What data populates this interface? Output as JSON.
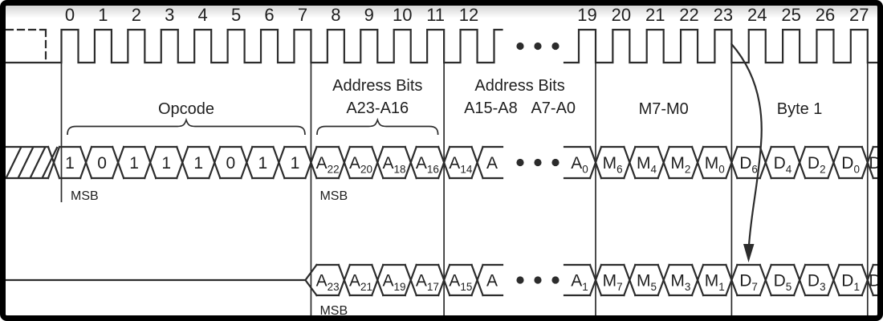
{
  "colors": {
    "line": "#2c2c2c",
    "background": "#ffffff",
    "frame": "#000000"
  },
  "clock": {
    "group1_numbers": [
      "0",
      "1",
      "2",
      "3",
      "4",
      "5",
      "6",
      "7",
      "8",
      "9",
      "10",
      "11",
      "12"
    ],
    "group2_numbers": [
      "19",
      "20",
      "21",
      "22",
      "23",
      "24",
      "25",
      "26",
      "27"
    ],
    "ghost_pulse_dashed": true,
    "ellipsis": "• • •"
  },
  "sections": [
    {
      "lines": [
        "Opcode"
      ],
      "brace": true
    },
    {
      "lines": [
        "Address Bits",
        "A23-A16"
      ],
      "brace": true
    },
    {
      "lines": [
        "Address Bits",
        "A15-A8   A7-A0"
      ],
      "brace": false
    },
    {
      "lines": [
        "M7-M0"
      ],
      "brace": false
    },
    {
      "lines": [
        "Byte 1"
      ],
      "brace": false
    }
  ],
  "msb_text": "MSB",
  "rows": {
    "io0": {
      "start": "hatch",
      "opcode_bits": [
        "1",
        "0",
        "1",
        "1",
        "1",
        "0",
        "1",
        "1"
      ],
      "address_high_bits": [
        {
          "b": "A",
          "s": "22"
        },
        {
          "b": "A",
          "s": "20"
        },
        {
          "b": "A",
          "s": "18"
        },
        {
          "b": "A",
          "s": "16"
        }
      ],
      "address_mid_bit": {
        "b": "A",
        "s": "14"
      },
      "address_open_bit": {
        "b": "A",
        "s": ""
      },
      "address_last_bit": {
        "b": "A",
        "s": "0"
      },
      "mode_bits": [
        {
          "b": "M",
          "s": "6"
        },
        {
          "b": "M",
          "s": "4"
        },
        {
          "b": "M",
          "s": "2"
        },
        {
          "b": "M",
          "s": "0"
        }
      ],
      "data_bits": [
        {
          "b": "D",
          "s": "6"
        },
        {
          "b": "D",
          "s": "4"
        },
        {
          "b": "D",
          "s": "2"
        },
        {
          "b": "D",
          "s": "0"
        }
      ],
      "partial_bit": {
        "b": "D",
        "s": ""
      },
      "msb_labels": [
        "opcode",
        "address"
      ]
    },
    "io1": {
      "start": "line",
      "opcode_bits": [],
      "address_high_bits": [
        {
          "b": "A",
          "s": "23"
        },
        {
          "b": "A",
          "s": "21"
        },
        {
          "b": "A",
          "s": "19"
        },
        {
          "b": "A",
          "s": "17"
        }
      ],
      "address_mid_bit": {
        "b": "A",
        "s": "15"
      },
      "address_open_bit": {
        "b": "A",
        "s": ""
      },
      "address_last_bit": {
        "b": "A",
        "s": "1"
      },
      "mode_bits": [
        {
          "b": "M",
          "s": "7"
        },
        {
          "b": "M",
          "s": "5"
        },
        {
          "b": "M",
          "s": "3"
        },
        {
          "b": "M",
          "s": "1"
        }
      ],
      "data_bits": [
        {
          "b": "D",
          "s": "7"
        },
        {
          "b": "D",
          "s": "5"
        },
        {
          "b": "D",
          "s": "3"
        },
        {
          "b": "D",
          "s": "1"
        }
      ],
      "partial_bit": {
        "b": "D",
        "s": ""
      },
      "msb_labels": [
        "address"
      ]
    }
  },
  "arrow": {
    "from_clock_number": "23",
    "to_bit": "D7"
  }
}
